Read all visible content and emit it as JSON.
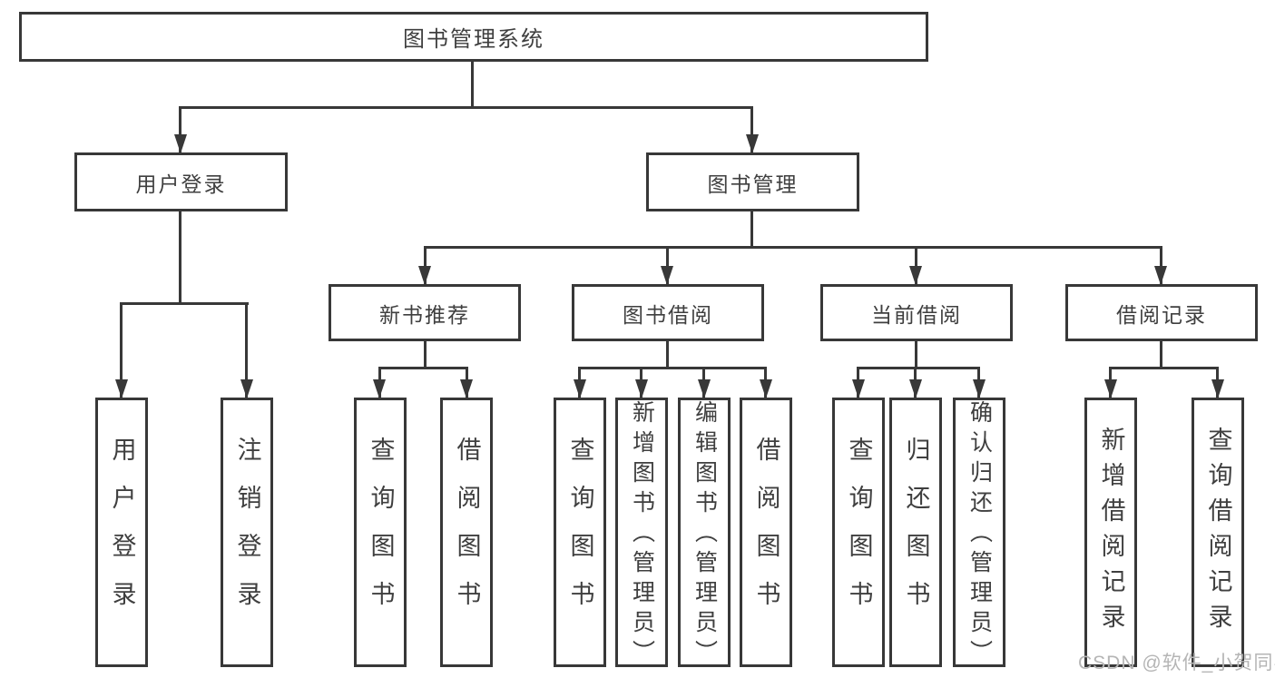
{
  "diagram": {
    "title_node": {
      "label": "图书管理系统"
    },
    "level2": [
      {
        "label": "用户登录"
      },
      {
        "label": "图书管理"
      }
    ],
    "level3": [
      {
        "label": "新书推荐"
      },
      {
        "label": "图书借阅"
      },
      {
        "label": "当前借阅"
      },
      {
        "label": "借阅记录"
      }
    ],
    "leaves": [
      {
        "label": "用户登录"
      },
      {
        "label": "注销登录"
      },
      {
        "label": "查询图书"
      },
      {
        "label": "借阅图书"
      },
      {
        "label": "查询图书"
      },
      {
        "label": "新增图书（管理员）"
      },
      {
        "label": "编辑图书（管理员）"
      },
      {
        "label": "借阅图书"
      },
      {
        "label": "查询图书"
      },
      {
        "label": "归还图书"
      },
      {
        "label": "确认归还（管理员）"
      },
      {
        "label": "新增借阅记录"
      },
      {
        "label": "查询借阅记录"
      }
    ],
    "colors": {
      "line": "#383838",
      "text": "#3f3f3f",
      "background": "#ffffff"
    }
  },
  "watermark": {
    "text": "CSDN @软件_小贺同学",
    "color": "#b5b5b5"
  }
}
